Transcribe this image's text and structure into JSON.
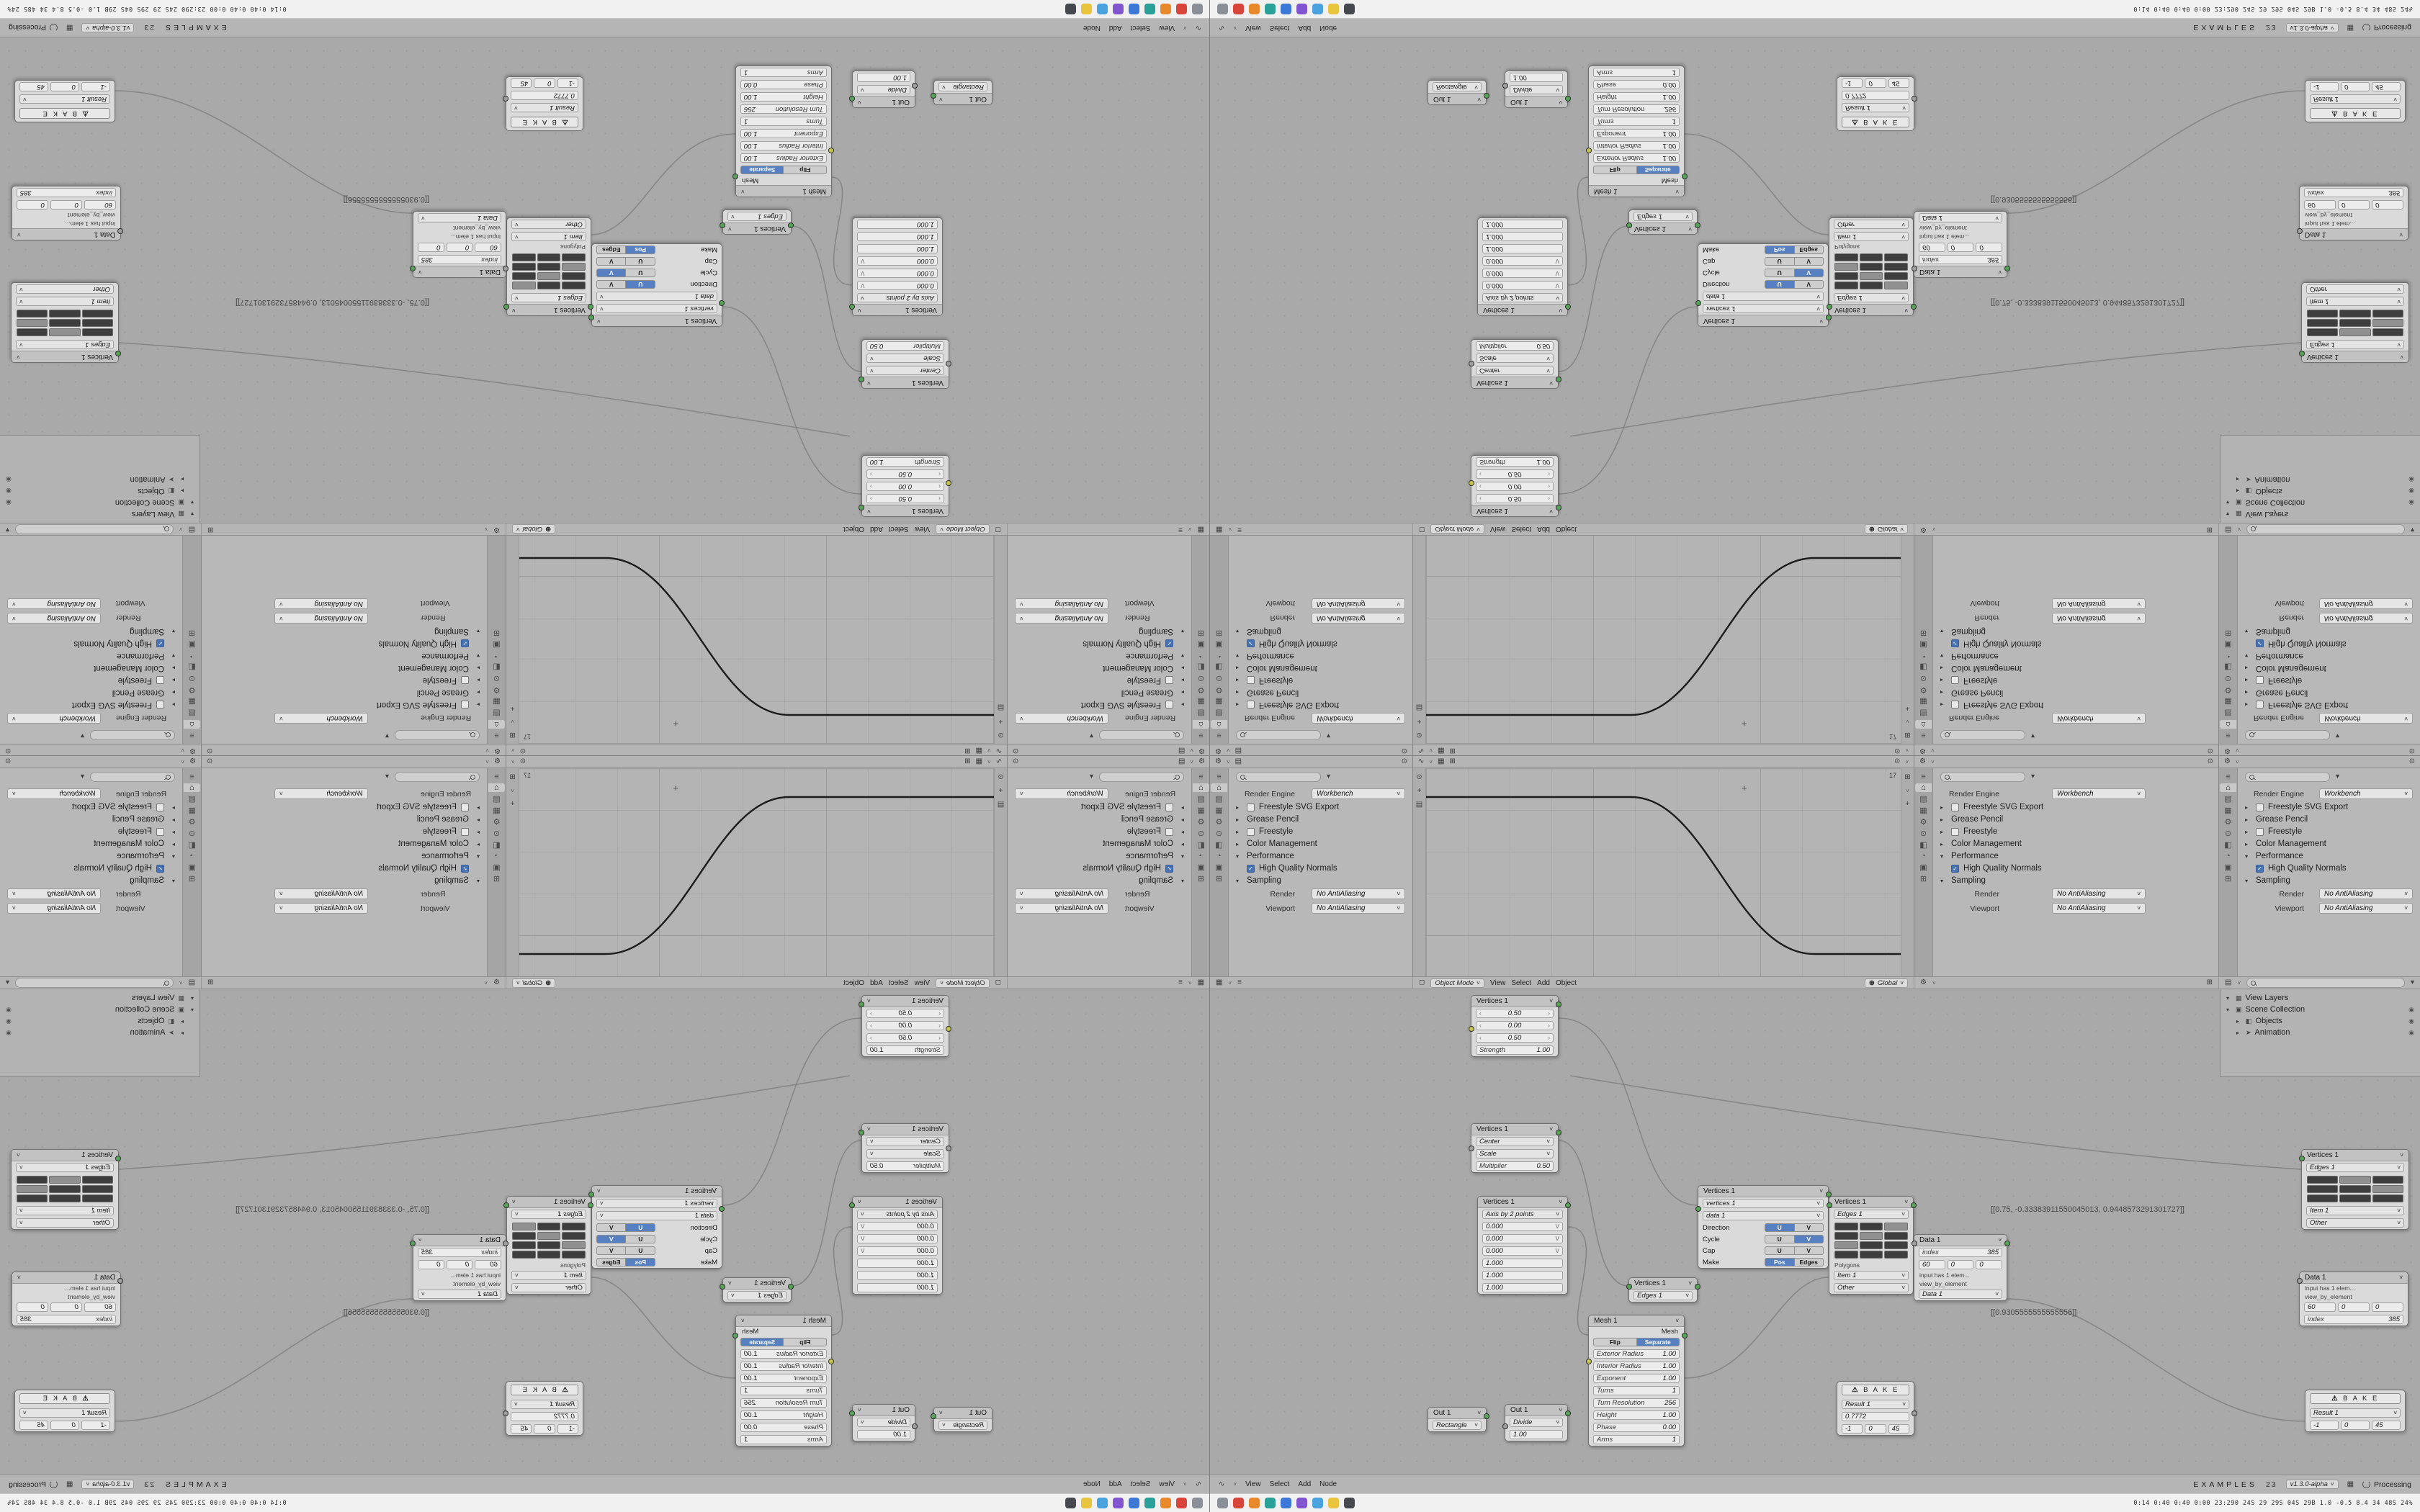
{
  "app": {
    "breadcrumb": "EXAMPLES",
    "frame": "23",
    "version": "v1.3.0-alpha",
    "status": "Processing"
  },
  "taskbar": {
    "status_text": "0:14 0:40 0:40 0:00 23:290 24S 29 29S 04S 29B 1.0 -0.5 8.4 34 48S 24%",
    "apps": [
      {
        "name": "files",
        "color": "#8a8f98"
      },
      {
        "name": "browser",
        "color": "#d9453b"
      },
      {
        "name": "mail",
        "color": "#e8892c"
      },
      {
        "name": "media",
        "color": "#2aa198"
      },
      {
        "name": "code",
        "color": "#3c78d8"
      },
      {
        "name": "chat",
        "color": "#8256d0"
      },
      {
        "name": "docs",
        "color": "#4aa3df"
      },
      {
        "name": "notes",
        "color": "#e8c53c"
      },
      {
        "name": "terminal",
        "color": "#45494f"
      }
    ]
  },
  "viewport_header": {
    "mode": "Object Mode",
    "menus": [
      "View",
      "Select",
      "Add",
      "Object"
    ],
    "orientation": "Global"
  },
  "node_footer": {
    "menus": [
      "View",
      "Select",
      "Add",
      "Node"
    ]
  },
  "properties": {
    "render_engine_label": "Render Engine",
    "render_engine_value": "Workbench",
    "sections": [
      {
        "label": "Freestyle SVG Export"
      },
      {
        "label": "Grease Pencil"
      },
      {
        "label": "Freestyle"
      },
      {
        "label": "Color Management"
      },
      {
        "label": "Performance"
      }
    ],
    "high_quality_normals": "High Quality Normals",
    "sampling_label": "Sampling",
    "render_label": "Render",
    "render_value": "No AntiAliasing",
    "viewport_label": "Viewport",
    "viewport_value": "No AntiAliasing"
  },
  "graph": {
    "value_label": "17"
  },
  "graph_curve_color": "#1c1c1c",
  "outliner": {
    "rows": [
      {
        "label": "View Layers"
      },
      {
        "label": "Scene Collection"
      },
      {
        "label": "Objects"
      },
      {
        "label": "Animation"
      }
    ]
  },
  "nodes": {
    "strength": {
      "title": "Vertices 1",
      "values": [
        "0.50",
        "0.00",
        "0.50"
      ],
      "strength_label": "Strength",
      "strength_value": "1.00"
    },
    "transform": {
      "title": "Vertices 1",
      "mode_a": "Center",
      "mode_b": "Scale",
      "multiplier_label": "Multiplier",
      "multiplier_value": "0.50"
    },
    "axis": {
      "title": "Vertices 1",
      "method": "Axis by 2 points",
      "axis_letter": "V",
      "values": [
        "0.000",
        "0.000",
        "0.000",
        "1.000",
        "1.000",
        "1.000"
      ]
    },
    "vertedge": {
      "title": "Vertices 1",
      "row": "Edges 1"
    },
    "direction": {
      "title": "Vertices 1",
      "sub_a": "vertices 1",
      "sub_b": "data 1",
      "pairs": [
        {
          "label": "Direction",
          "a": "U",
          "b": "V"
        },
        {
          "label": "Cycle",
          "a": "U",
          "b": "V"
        },
        {
          "label": "Cap",
          "a": "U",
          "b": "V"
        },
        {
          "label": "Make",
          "a": "Pos",
          "b": "Edges"
        }
      ]
    },
    "spiral": {
      "title": "Mesh 1",
      "out_label": "Mesh",
      "shape_a": "Flip",
      "shape_b": "Separate",
      "params": [
        {
          "label": "Exterior Radius",
          "value": "1.00"
        },
        {
          "label": "Interior Radius",
          "value": "1.00"
        },
        {
          "label": "Exponent",
          "value": "1.00"
        },
        {
          "label": "Turns",
          "value": "1"
        },
        {
          "label": "Turn Resolution",
          "value": "256"
        },
        {
          "label": "Height",
          "value": "1.00"
        },
        {
          "label": "Phase",
          "value": "0.00"
        },
        {
          "label": "Arms",
          "value": "1"
        }
      ]
    },
    "out_rect": {
      "title": "Out 1",
      "row": "Rectangle"
    },
    "out_div": {
      "title": "Out 1",
      "mode": "Divide",
      "value": "1.00"
    },
    "matrix": {
      "title": "Vertices 1",
      "sub": "Edges 1",
      "footer": "Polygons",
      "item": "Item 1",
      "other": "Other"
    },
    "databox": {
      "title": "Data 1",
      "index_label": "index",
      "index_value": "385",
      "triple": [
        "60",
        "0",
        "0"
      ],
      "note_a": "input has 1 elem...",
      "note_b": "view_by_element",
      "footer": "Data 1"
    },
    "bake": {
      "icon": "⚠",
      "button": "B A K E",
      "result": "Result 1",
      "value": "0.7772",
      "triple": [
        "-1",
        "0",
        "45"
      ]
    }
  },
  "annotations": {
    "a": "[[0.75, -0.33383911550045013, 0.9448573291301727]]",
    "b": "[[0.9305555555555556]]"
  }
}
